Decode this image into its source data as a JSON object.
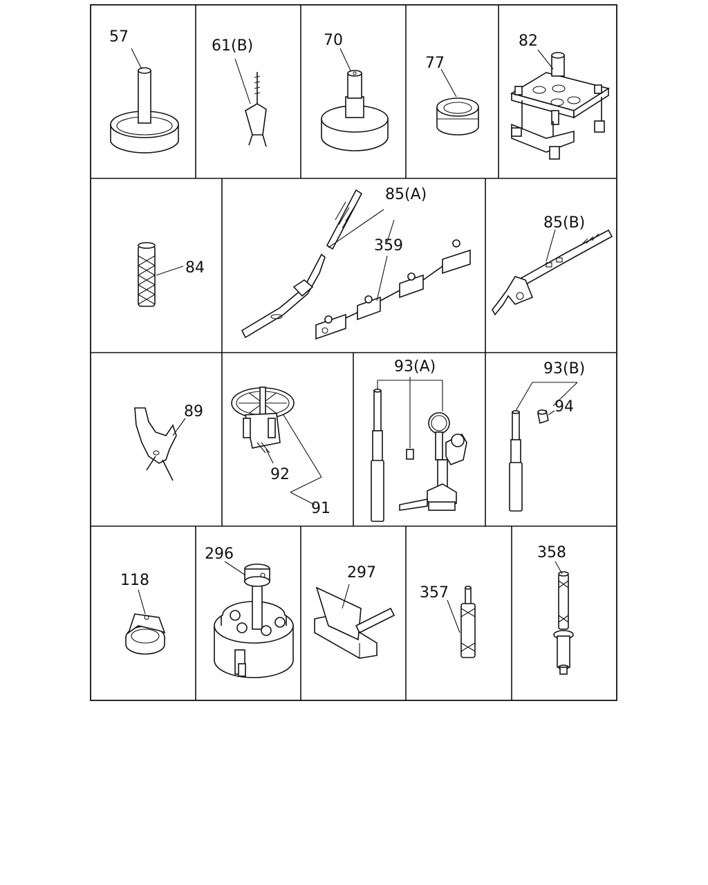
{
  "labels": {
    "p57": "57",
    "p61b": "61(B)",
    "p70": "70",
    "p77": "77",
    "p82": "82",
    "p84": "84",
    "p85a": "85(A)",
    "p359": "359",
    "p85b": "85(B)",
    "p89": "89",
    "p92": "92",
    "p91": "91",
    "p93a": "93(A)",
    "p93b": "93(B)",
    "p94": "94",
    "p118": "118",
    "p296": "296",
    "p297": "297",
    "p357": "357",
    "p358": "358"
  }
}
